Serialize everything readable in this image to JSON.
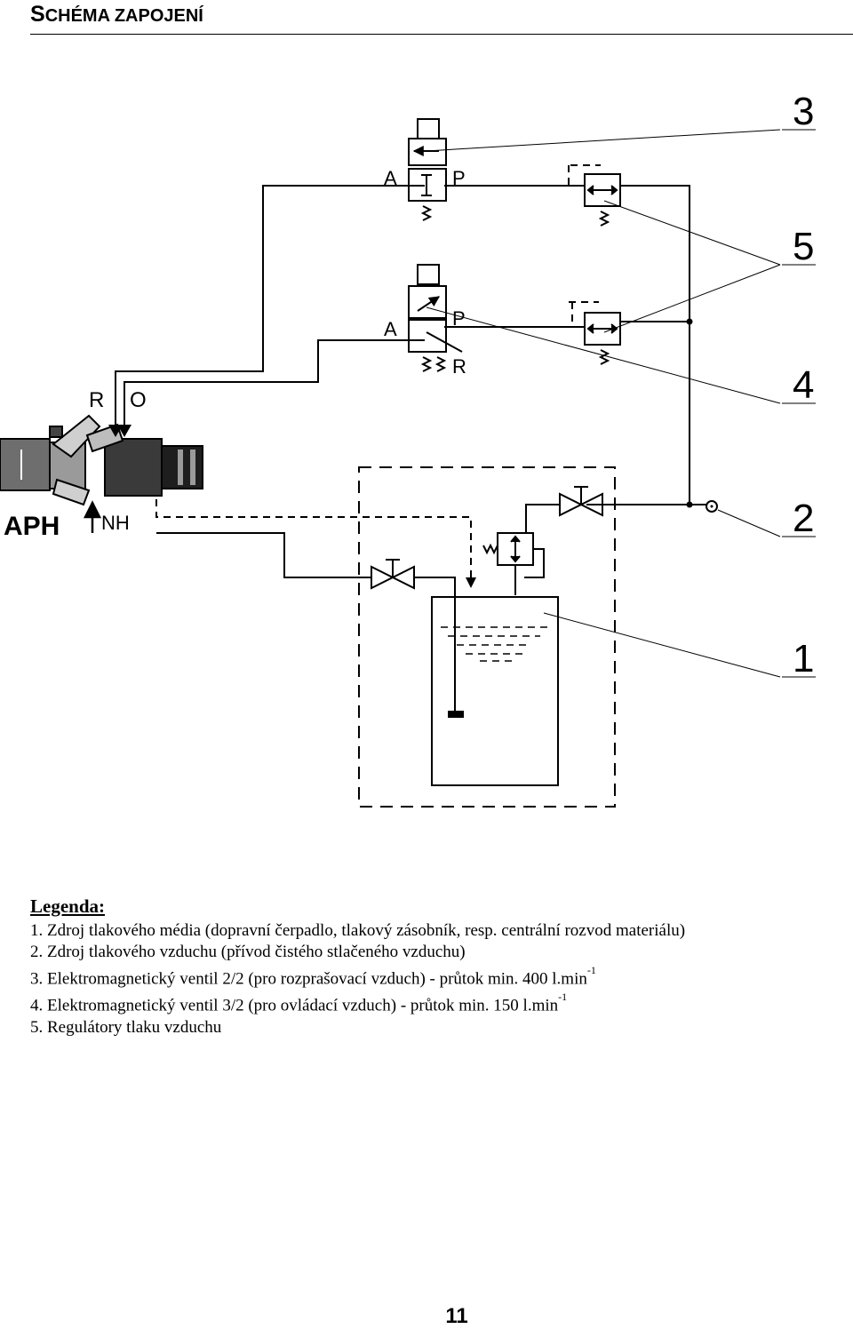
{
  "header": {
    "title_first": "S",
    "title_rest": "CHÉMA ZAPOJENÍ"
  },
  "diagram": {
    "callouts": [
      "3",
      "5",
      "4",
      "2",
      "1"
    ],
    "valve3": {
      "port_a": "A",
      "port_p": "P"
    },
    "valve4": {
      "port_a": "A",
      "port_p": "P",
      "port_r": "R"
    },
    "gun": {
      "label_r": "R",
      "label_o": "O",
      "label_aph": "APH",
      "label_nh": "NH"
    }
  },
  "legend": {
    "heading": "Legenda:",
    "items": [
      "1. Zdroj tlakového média (dopravní čerpadlo, tlakový zásobník, resp. centrální rozvod materiálu)",
      "2. Zdroj tlakového vzduchu  (přívod čistého stlačeného vzduchu)",
      "3. Elektromagnetický ventil 2/2 (pro rozprašovací vzduch) - průtok min.  400 l.min",
      "4. Elektromagnetický ventil 3/2 (pro ovládací vzduch) - průtok min. 150 l.min",
      "5. Regulátory tlaku vzduchu"
    ],
    "item3_sup": "-1",
    "item4_sup": "-1"
  },
  "page_number": "11"
}
